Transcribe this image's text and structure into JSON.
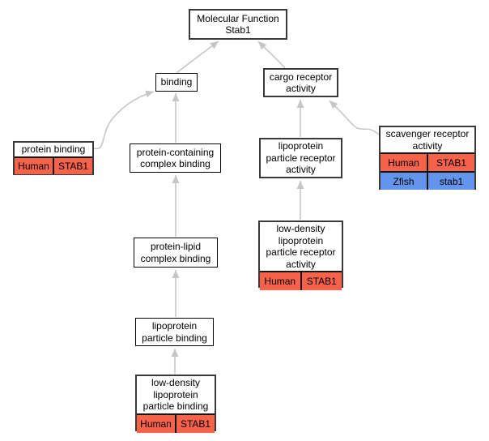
{
  "colors": {
    "human_row": "#f6624a",
    "zfish_row": "#6495ed",
    "edge": "#c6c6c6"
  },
  "diagram": {
    "nodes": [
      {
        "id": "molecular-function-stab1",
        "label": "Molecular Function\nStab1",
        "annotations": []
      },
      {
        "id": "binding",
        "label": "binding",
        "annotations": []
      },
      {
        "id": "cargo-receptor-activity",
        "label": "cargo receptor\nactivity",
        "annotations": []
      },
      {
        "id": "protein-binding",
        "label": "protein binding",
        "annotations": [
          {
            "species": "Human",
            "gene": "STAB1",
            "color": "#f6624a"
          }
        ]
      },
      {
        "id": "protein-containing-complex-binding",
        "label": "protein-containing\ncomplex binding",
        "annotations": []
      },
      {
        "id": "lipoprotein-particle-receptor-activity",
        "label": "lipoprotein\nparticle receptor\nactivity",
        "annotations": []
      },
      {
        "id": "scavenger-receptor-activity",
        "label": "scavenger receptor\nactivity",
        "annotations": [
          {
            "species": "Human",
            "gene": "STAB1",
            "color": "#f6624a"
          },
          {
            "species": "Zfish",
            "gene": "stab1",
            "color": "#6495ed"
          }
        ]
      },
      {
        "id": "protein-lipid-complex-binding",
        "label": "protein-lipid\ncomplex binding",
        "annotations": []
      },
      {
        "id": "low-density-lipoprotein-particle-receptor-activity",
        "label": "low-density\nlipoprotein\nparticle receptor\nactivity",
        "annotations": [
          {
            "species": "Human",
            "gene": "STAB1",
            "color": "#f6624a"
          }
        ]
      },
      {
        "id": "lipoprotein-particle-binding",
        "label": "lipoprotein\nparticle binding",
        "annotations": []
      },
      {
        "id": "low-density-lipoprotein-particle-binding",
        "label": "low-density\nlipoprotein\nparticle binding",
        "annotations": [
          {
            "species": "Human",
            "gene": "STAB1",
            "color": "#f6624a"
          }
        ]
      }
    ],
    "edges": [
      {
        "from": "binding",
        "to": "molecular-function-stab1"
      },
      {
        "from": "cargo-receptor-activity",
        "to": "molecular-function-stab1"
      },
      {
        "from": "protein-binding",
        "to": "binding"
      },
      {
        "from": "protein-containing-complex-binding",
        "to": "binding"
      },
      {
        "from": "protein-lipid-complex-binding",
        "to": "protein-containing-complex-binding"
      },
      {
        "from": "lipoprotein-particle-binding",
        "to": "protein-lipid-complex-binding"
      },
      {
        "from": "low-density-lipoprotein-particle-binding",
        "to": "lipoprotein-particle-binding"
      },
      {
        "from": "lipoprotein-particle-receptor-activity",
        "to": "cargo-receptor-activity"
      },
      {
        "from": "scavenger-receptor-activity",
        "to": "cargo-receptor-activity"
      },
      {
        "from": "low-density-lipoprotein-particle-receptor-activity",
        "to": "lipoprotein-particle-receptor-activity"
      }
    ]
  }
}
